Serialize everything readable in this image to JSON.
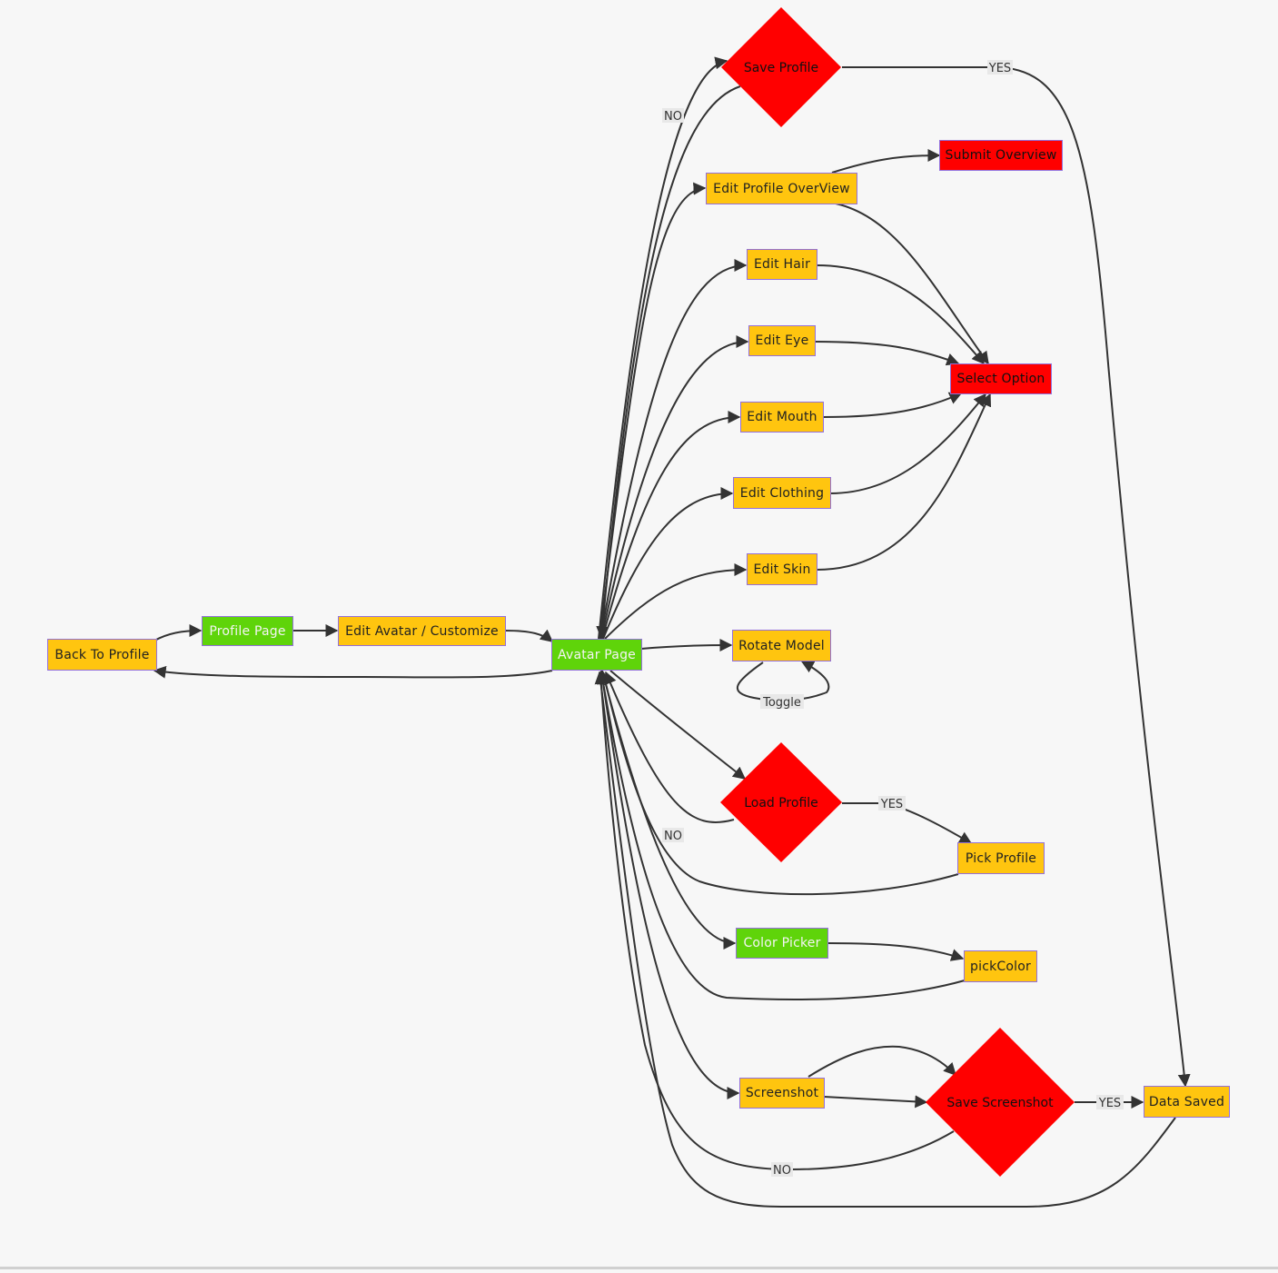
{
  "diagram": {
    "nodes": {
      "back_to_profile": "Back To Profile",
      "profile_page": "Profile Page",
      "edit_avatar": "Edit Avatar / Customize",
      "avatar_page": "Avatar Page",
      "save_profile": "Save Profile",
      "edit_profile_overview": "Edit Profile OverView",
      "submit_overview": "Submit Overview",
      "edit_hair": "Edit Hair",
      "edit_eye": "Edit Eye",
      "select_option": "Select Option",
      "edit_mouth": "Edit Mouth",
      "edit_clothing": "Edit Clothing",
      "edit_skin": "Edit Skin",
      "rotate_model": "Rotate Model",
      "load_profile": "Load Profile",
      "pick_profile": "Pick Profile",
      "color_picker": "Color Picker",
      "pick_color": "pickColor",
      "screenshot": "Screenshot",
      "save_screenshot": "Save Screenshot",
      "data_saved": "Data Saved"
    },
    "edge_labels": {
      "save_no": "NO",
      "save_yes": "YES",
      "toggle": "Toggle",
      "load_yes": "YES",
      "load_no": "NO",
      "screenshot_yes": "YES",
      "screenshot_no": "NO"
    },
    "colors": {
      "action": "#ffc50f",
      "page": "#5fd40a",
      "decision": "#ff0000",
      "node_border": "#9370db",
      "edge": "#333333",
      "background": "#f7f7f7"
    }
  }
}
